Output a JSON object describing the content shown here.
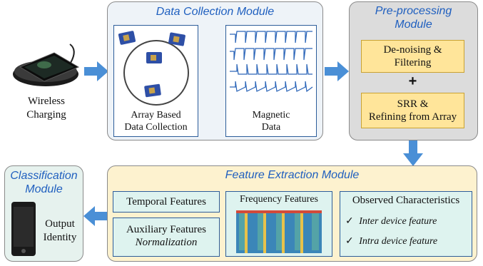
{
  "colors": {
    "arrow": "#4a8fd6",
    "title_blue": "#1f5fbf",
    "data_module_bg": "#eef3f8",
    "preproc_module_bg": "#dcdcdc",
    "feature_module_bg": "#fdf2cf",
    "classification_module_bg": "#e6f2ee",
    "yellow_box": "#ffe59a",
    "mint_box": "#def3ef"
  },
  "wireless": {
    "label_line1": "Wireless",
    "label_line2": "Charging"
  },
  "data_collection": {
    "title": "Data Collection Module",
    "array_line1": "Array Based",
    "array_line2": "Data Collection",
    "magnetic_line1": "Magnetic",
    "magnetic_line2": "Data"
  },
  "preprocessing": {
    "title_line1": "Pre-processing",
    "title_line2": "Module",
    "denoise_line1": "De-noising &",
    "denoise_line2": "Filtering",
    "plus": "+",
    "srr_line1": "SRR &",
    "srr_line2": "Refining from Array"
  },
  "feature_extraction": {
    "title": "Feature Extraction Module",
    "temporal": "Temporal Features",
    "auxiliary": "Auxiliary Features",
    "normalization": "Normalization",
    "frequency": "Frequency Features",
    "observed": "Observed Characteristics",
    "inter": "Inter device feature",
    "intra": "Intra device feature",
    "check": "✓"
  },
  "classification": {
    "title_line1": "Classification",
    "title_line2": "Module",
    "output_line1": "Output",
    "output_line2": "Identity"
  }
}
